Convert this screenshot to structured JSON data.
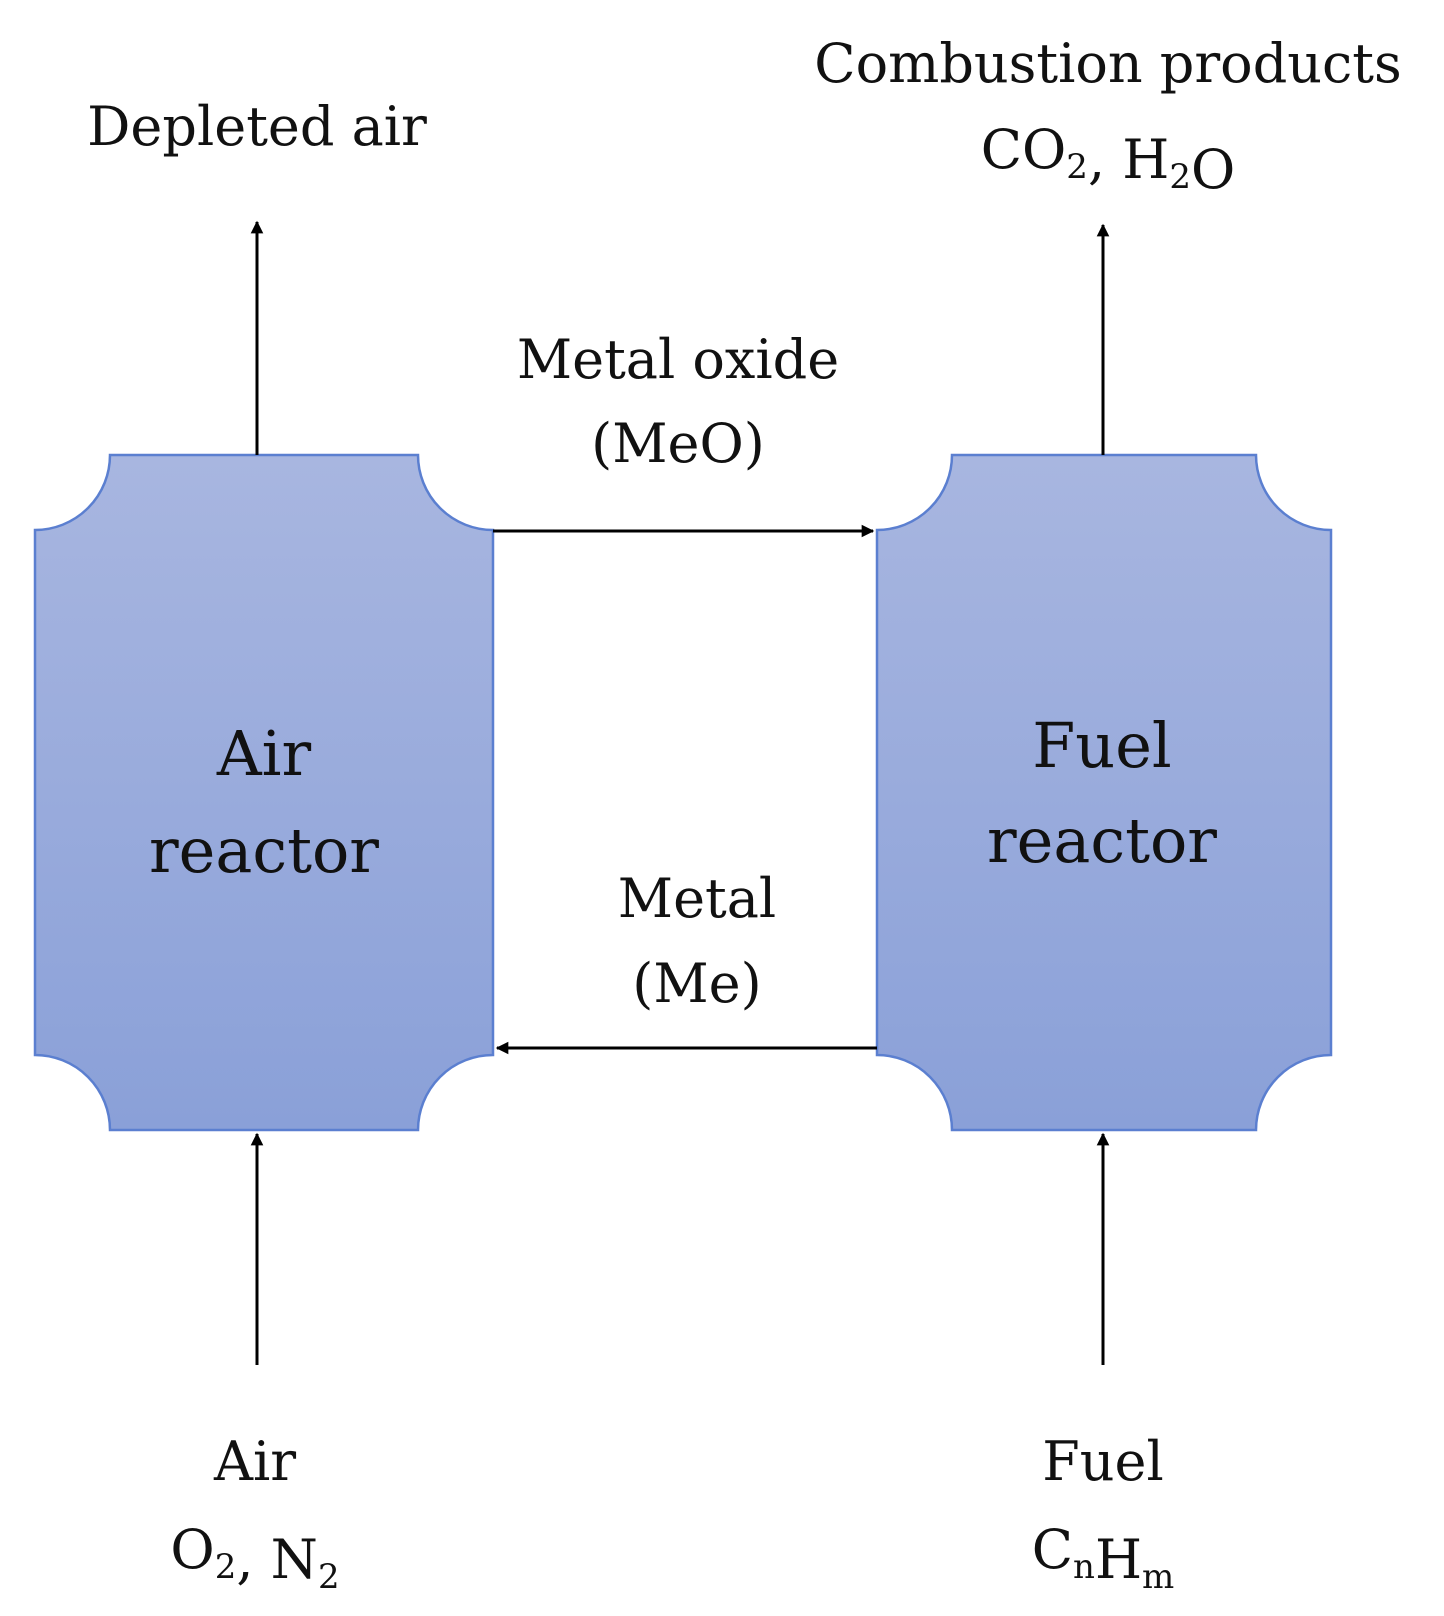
{
  "reactors": {
    "air": {
      "line1": "Air",
      "line2": "reactor"
    },
    "fuel": {
      "line1": "Fuel",
      "line2": "reactor"
    }
  },
  "outputs": {
    "depleted_air": "Depleted air",
    "combustion_title": "Combustion products",
    "combustion_species": [
      {
        "base": "CO",
        "sub": "2"
      },
      {
        "base": ", H",
        "sub": "2"
      },
      {
        "base": "O",
        "sub": ""
      }
    ]
  },
  "flows": {
    "metal_oxide_line1": "Metal oxide",
    "metal_oxide_line2": "(MeO)",
    "metal_line1": "Metal",
    "metal_line2": "(Me)"
  },
  "inputs": {
    "air_title": "Air",
    "air_species": [
      {
        "base": "O",
        "sub": "2"
      },
      {
        "base": ", N",
        "sub": "2"
      }
    ],
    "fuel_title": "Fuel",
    "fuel_species": [
      {
        "base": "C",
        "sub": "n"
      },
      {
        "base": "H",
        "sub": "m"
      }
    ]
  },
  "colors": {
    "reactor_fill_top": "#a8b6e0",
    "reactor_fill_bottom": "#8aa0d8",
    "reactor_stroke": "#5b7fd0",
    "arrow": "#000000"
  }
}
